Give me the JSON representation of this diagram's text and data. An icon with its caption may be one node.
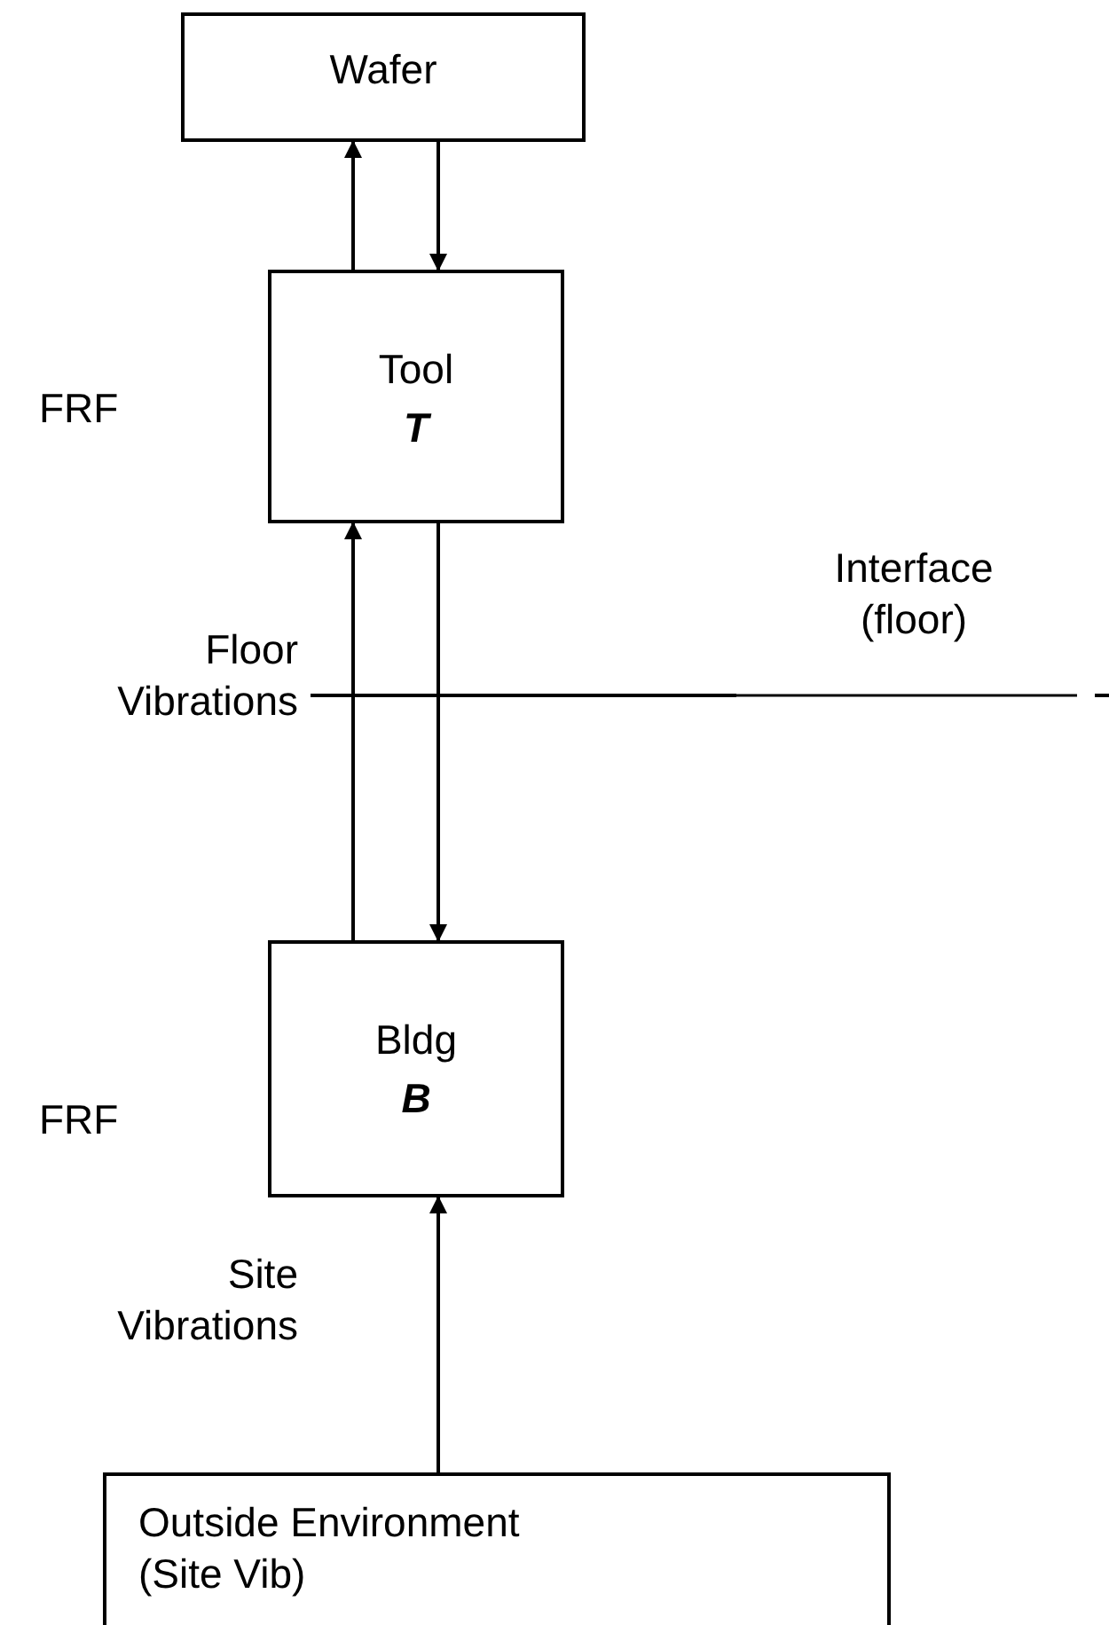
{
  "diagram": {
    "nodes": [
      {
        "text": [
          "Wafer"
        ]
      },
      {
        "text": [
          "Tool",
          "T"
        ]
      },
      {
        "text": [
          "Bldg",
          "B"
        ]
      },
      {
        "text": [
          "Outside Environment (Site Vib)"
        ]
      }
    ],
    "edges": [
      {
        "from": 1,
        "to": 0,
        "arrow": "to"
      },
      {
        "from": 0,
        "to": 1,
        "arrow": "to"
      },
      {
        "from": 2,
        "to": 1,
        "arrow": "to"
      },
      {
        "from": 1,
        "to": 2,
        "arrow": "to"
      },
      {
        "from": 3,
        "to": 2,
        "arrow": "to"
      }
    ],
    "labels": [
      "FRF",
      "Interface (floor)",
      "Floor Vibrations",
      "FRF",
      "Site Vibrations"
    ]
  }
}
